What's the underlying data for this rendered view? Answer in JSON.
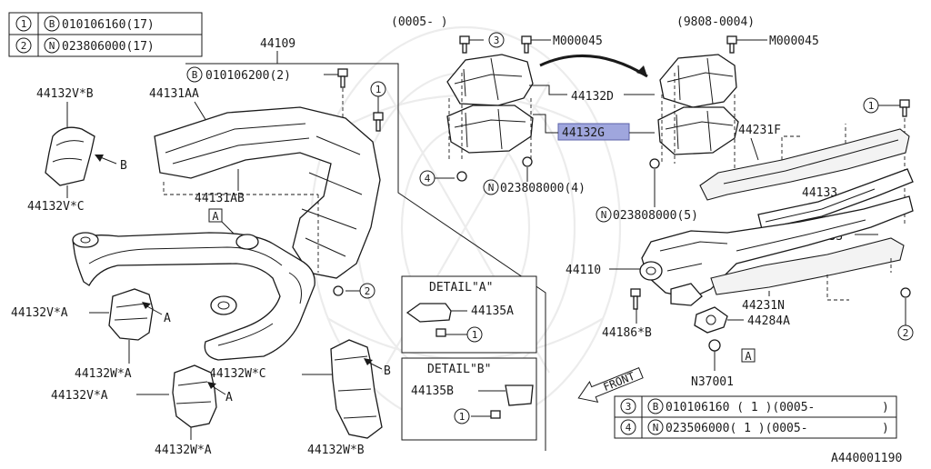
{
  "table_top": {
    "rows": [
      {
        "num": "1",
        "code": "B",
        "part": "010106160(17)"
      },
      {
        "num": "2",
        "code": "N",
        "part": "023806000(17)"
      }
    ]
  },
  "table_bottom": {
    "rows": [
      {
        "num": "3",
        "code": "B",
        "part": "010106160 ( 1 )(0005-",
        "close": ")"
      },
      {
        "num": "4",
        "code": "N",
        "part": "023506000( 1 )(0005-",
        "close": ")"
      }
    ]
  },
  "labels": {
    "p44109": "44109",
    "bolt_top": "010106200(2)",
    "bolt_top_code": "B",
    "p44132VB": "44132V*B",
    "p44131AA": "44131AA",
    "p44131AB": "44131AB",
    "p44132VC": "44132V*C",
    "arrowB1": "B",
    "detailA_box": "A",
    "p44132VA1": "44132V*A",
    "arrowA1": "A",
    "p44132WA1": "44132W*A",
    "p44132VA2": "44132V*A",
    "arrowA2": "A",
    "p44132WC": "44132W*C",
    "p44132WA2": "44132W*A",
    "p44132WB": "44132W*B",
    "arrowB2": "B",
    "date1": "(0005-     )",
    "date2": "(9808-0004)",
    "m45a": "M000045",
    "m45b": "M000045",
    "p44132D": "44132D",
    "p44132G": "44132G",
    "n4": "023808000(4)",
    "n5": "023808000(5)",
    "code_n": "N",
    "p44231F": "44231F",
    "p44133a": "44133",
    "p44133b": "44133",
    "p44110": "44110",
    "p44231N": "44231N",
    "p44284A": "44284A",
    "p44186B": "44186*B",
    "detailA_box2": "A",
    "n37001": "N37001",
    "detailA_title": "DETAIL\"A\"",
    "detailA_part": "44135A",
    "detailB_title": "DETAIL\"B\"",
    "detailB_part": "44135B",
    "front": "FRONT",
    "callout1": "1",
    "callout2": "2",
    "callout3": "3",
    "callout4": "4",
    "ref": "A440001190"
  },
  "colors": {
    "highlight": "#9fa6dd",
    "ink": "#1a1a1a",
    "watermark": "#ececec"
  }
}
